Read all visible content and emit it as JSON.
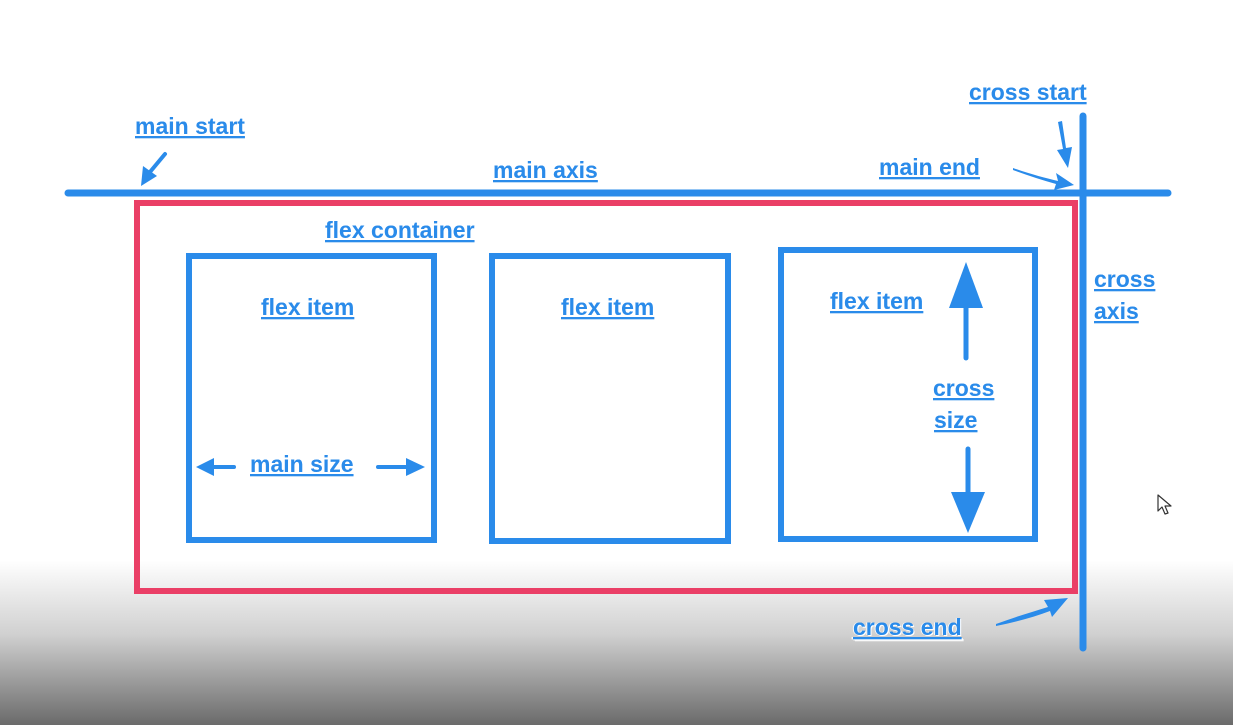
{
  "diagram": {
    "labels": {
      "main_start": "main start",
      "main_axis": "main axis",
      "main_end": "main end",
      "cross_start": "cross start",
      "cross_axis_line1": "cross",
      "cross_axis_line2": "axis",
      "flex_container": "flex container",
      "flex_item_1": "flex item",
      "flex_item_2": "flex item",
      "flex_item_3": "flex item",
      "main_size": "main size",
      "cross_size_line1": "cross",
      "cross_size_line2": "size",
      "cross_end": "cross end"
    },
    "colors": {
      "axis_blue": "#2a8bea",
      "container_red": "#ea3f66",
      "background": "#ffffff"
    },
    "icons": {
      "pointer": "mouse-pointer-icon"
    }
  }
}
